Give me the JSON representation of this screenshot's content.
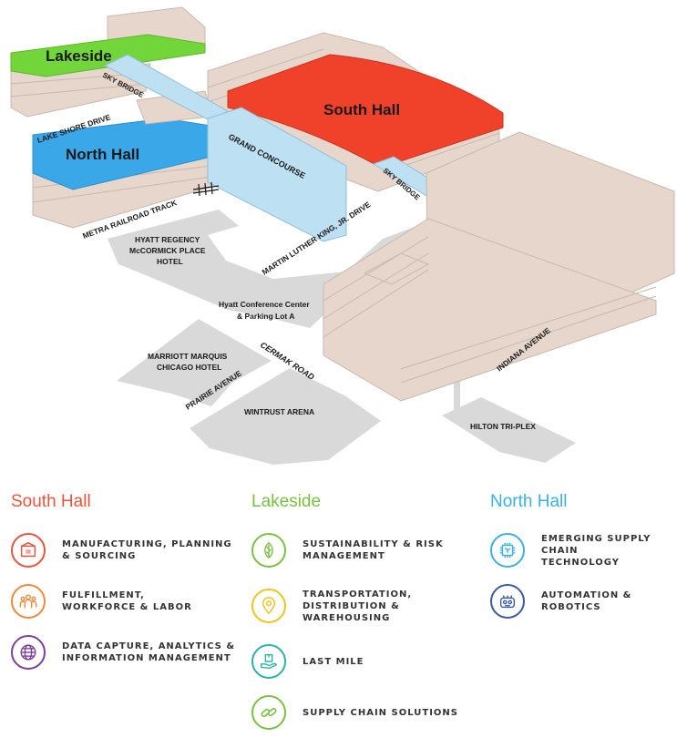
{
  "map": {
    "buildings": {
      "lakeside": "Lakeside",
      "north_hall": "North Hall",
      "south_hall": "South Hall",
      "grand_concourse": "GRAND CONCOURSE",
      "sky_bridge_1": "SKY BRIDGE",
      "sky_bridge_2": "SKY BRIDGE",
      "hyatt_regency_1": "HYATT REGENCY",
      "hyatt_regency_2": "McCORMICK PLACE",
      "hyatt_regency_3": "HOTEL",
      "hyatt_conf_1": "Hyatt Conference Center",
      "hyatt_conf_2": "& Parking Lot A",
      "marriott_1": "MARRIOTT MARQUIS",
      "marriott_2": "CHICAGO HOTEL",
      "wintrust": "WINTRUST ARENA",
      "hilton": "HILTON TRI-PLEX"
    },
    "streets": {
      "lake_shore": "LAKE SHORE DRIVE",
      "metra": "METRA RAILROAD TRACK",
      "mlk": "MARTIN LUTHER KING, JR. DRIVE",
      "cermak": "CERMAK ROAD",
      "prairie": "PRAIRIE AVENUE",
      "indiana": "INDIANA AVENUE"
    },
    "colors": {
      "lakeside": "#72d63a",
      "north_hall": "#3aa8e8",
      "south_hall": "#f0412b",
      "building": "#e6d6cb",
      "concourse": "#bde0f2",
      "ground": "#d8d8d8"
    }
  },
  "legend": {
    "south_hall": {
      "title": "South Hall",
      "color": "#e8553d",
      "items": [
        {
          "icon": "boxes-icon",
          "color": "#e8553d",
          "line1": "Manufacturing, Planning",
          "line2": "& Sourcing",
          "line3": ""
        },
        {
          "icon": "people-icon",
          "color": "#f08a3a",
          "line1": "Fulfillment,",
          "line2": "Workforce & Labor",
          "line3": ""
        },
        {
          "icon": "globe-icon",
          "color": "#7b3fa0",
          "line1": "Data Capture, Analytics &",
          "line2": "Information Management",
          "line3": ""
        }
      ]
    },
    "lakeside": {
      "title": "Lakeside",
      "color": "#7ac143",
      "items": [
        {
          "icon": "leaf-icon",
          "color": "#7ac143",
          "line1": "Sustainability & Risk",
          "line2": "Management",
          "line3": ""
        },
        {
          "icon": "map-pin-icon",
          "color": "#f0c419",
          "line1": "Transportation,",
          "line2": "Distribution &",
          "line3": "Warehousing"
        },
        {
          "icon": "package-hand-icon",
          "color": "#2bb3a3",
          "line1": "Last Mile",
          "line2": "",
          "line3": ""
        },
        {
          "icon": "chain-link-icon",
          "color": "#7ac143",
          "line1": "Supply Chain Solutions",
          "line2": "",
          "line3": ""
        }
      ]
    },
    "north_hall": {
      "title": "North Hall",
      "color": "#3ab0e8",
      "items": [
        {
          "icon": "circuit-chip-icon",
          "color": "#3ab0e8",
          "line1": "Emerging Supply Chain",
          "line2": "Technology",
          "line3": ""
        },
        {
          "icon": "robot-icon",
          "color": "#3a5aa8",
          "line1": "Automation & Robotics",
          "line2": "",
          "line3": ""
        }
      ]
    }
  }
}
